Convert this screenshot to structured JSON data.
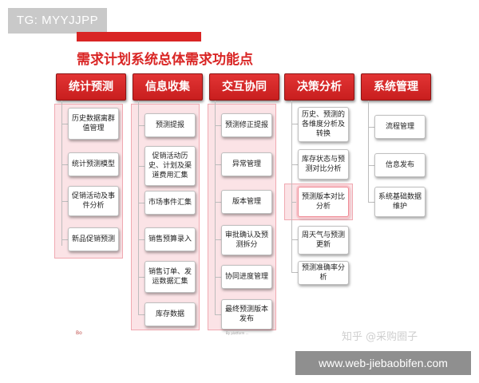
{
  "watermark_top": "TG: MYYJJPP",
  "title": "需求计划系统总体需求功能点",
  "watermark_zhihu": "知乎 @采购圈子",
  "watermark_bottom": "www.web-jiebaobifen.com",
  "footnote": "By platform ...",
  "corner_mark": "Bo",
  "colors": {
    "accent": "#d92524",
    "band": "#fbe3e6",
    "band_border": "#f0a9b1",
    "box_border": "#bfbfbf"
  },
  "columns": [
    {
      "header": "统计预测",
      "items": [
        "历史数据离群值管理",
        "统计预测模型",
        "促销活动及事件分析",
        "新品促销预测"
      ]
    },
    {
      "header": "信息收集",
      "items": [
        "预测提报",
        "促销活动历史、计划及渠道费用汇集",
        "市场事件汇集",
        "销售预算录入",
        "销售订单、发运数据汇集",
        "库存数据"
      ]
    },
    {
      "header": "交互协同",
      "items": [
        "预测修正提报",
        "异常管理",
        "版本管理",
        "审批确认及预测拆分",
        "协同进度管理",
        "最终预测版本发布"
      ]
    },
    {
      "header": "决策分析",
      "items": [
        "历史、预测的各维度分析及转换",
        "库存状态与预测对比分析",
        "预测版本对比分析",
        "周天气与预测更新",
        "预测准确率分析"
      ]
    },
    {
      "header": "系统管理",
      "items": [
        "流程管理",
        "信息发布",
        "系统基础数据维护"
      ]
    }
  ]
}
